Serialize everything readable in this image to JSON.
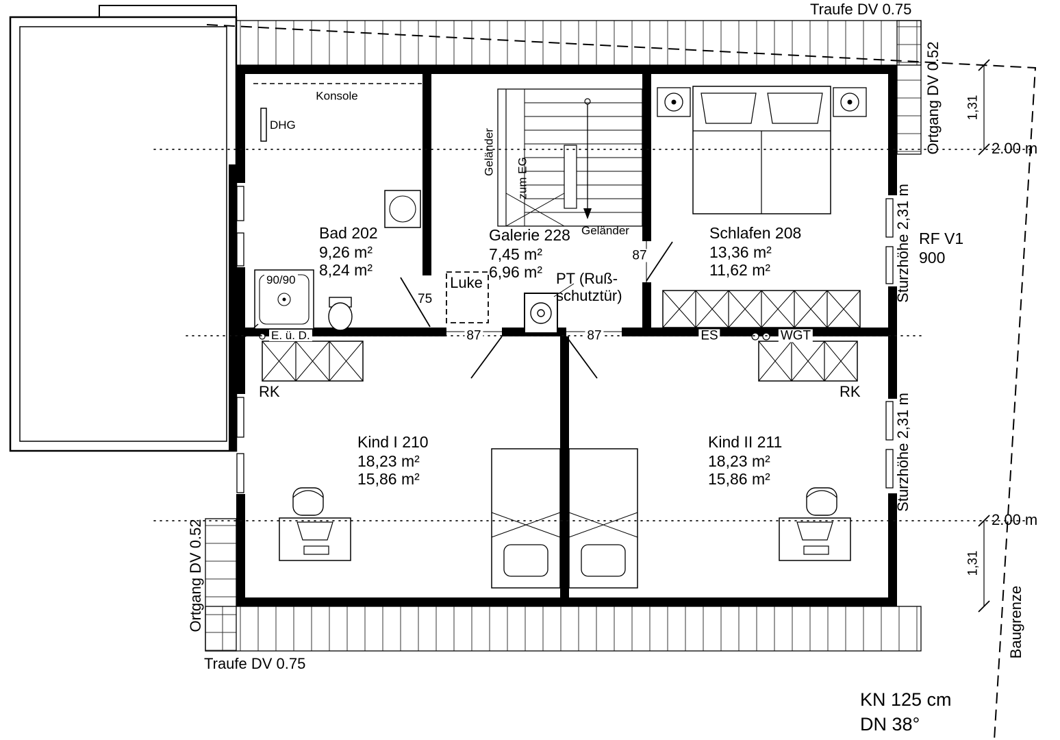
{
  "drawing": {
    "site": {
      "traufe_top": "Traufe DV 0.75",
      "traufe_bottom": "Traufe DV 0.75",
      "ortgang_right": "Ortgang DV 0.52",
      "ortgang_left": "Ortgang DV 0.52",
      "baugrenze": "Baugrenze",
      "kn": "KN 125 cm",
      "dn": "DN 38°"
    },
    "dimensions": {
      "h131_top": "1,31",
      "h131_bottom": "1,31",
      "m200_top": "2.00 m",
      "m200_bottom": "2.00 m",
      "sturz_top": "Sturzhöhe 2,31 m",
      "sturz_bottom": "Sturzhöhe 2,31 m",
      "rf_v1": "RF V1",
      "rf_900": "900",
      "w75": "75",
      "w87_kind1": "87",
      "w87_kind2": "87",
      "w87_schlafen": "87"
    },
    "rooms": {
      "bad": {
        "name": "Bad 202",
        "area_brutto": "9,26 m²",
        "area_netto": "8,24 m²"
      },
      "galerie": {
        "name": "Galerie 228",
        "area_brutto": "7,45 m²",
        "area_netto": "6,96 m²"
      },
      "schlafen": {
        "name": "Schlafen 208",
        "area_brutto": "13,36 m²",
        "area_netto": "11,62 m²"
      },
      "kind1": {
        "name": "Kind I 210",
        "area_brutto": "18,23 m²",
        "area_netto": "15,86 m²"
      },
      "kind2": {
        "name": "Kind II 211",
        "area_brutto": "18,23 m²",
        "area_netto": "15,86 m²"
      }
    },
    "features": {
      "konsole": "Konsole",
      "dhg": "DHG",
      "gelaender_side": "Geländer",
      "gelaender_bottom": "Geländer",
      "zum_eg": "zum EG",
      "luke": "Luke",
      "pt_line1": "PT (Ruß-",
      "pt_line2": "schutztür)",
      "shower": "90/90",
      "eud": "E. ü. D.",
      "es": "ES",
      "wgt": "WGT",
      "rk_left": "RK",
      "rk_right": "RK"
    }
  }
}
